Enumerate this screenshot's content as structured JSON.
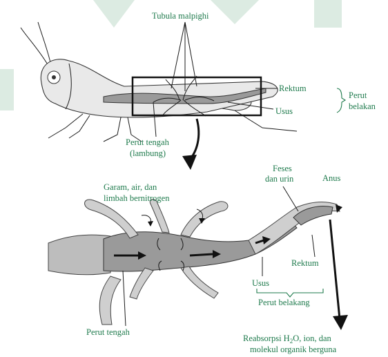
{
  "top_labels": {
    "malpighi": "Tubula malpighi",
    "rektum": "Rektum",
    "usus": "Usus",
    "perut_belakan_1": "Perut",
    "perut_belakan_2": "belakan",
    "perut_tengah_1": "Perut tengah",
    "perut_tengah_2": "(lambung)"
  },
  "bottom_labels": {
    "garam_1": "Garam, air, dan",
    "garam_2": "limbah bernitrogen",
    "feses_1": "Feses",
    "feses_2": "dan urin",
    "anus": "Anus",
    "rektum": "Rektum",
    "usus": "Usus",
    "perut_belakang": "Perut belakang",
    "perut_tengah": "Perut tengah",
    "reabsorpsi_1_pre": "Reabsorpsi H",
    "reabsorpsi_1_sub": "2",
    "reabsorpsi_1_post": "O, ion, dan",
    "reabsorpsi_2": "molekul organik berguna"
  },
  "colors": {
    "label": "#1e7a4c",
    "outline": "#333333",
    "gut_fill": "#9a9a9a",
    "tube_fill": "#cfcfcf"
  }
}
